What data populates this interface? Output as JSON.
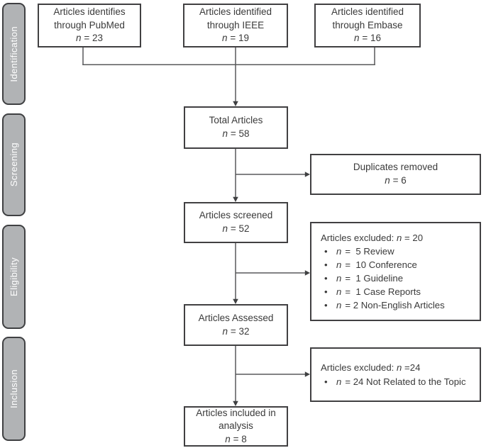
{
  "bullet_glyph": "•",
  "stages": [
    {
      "label": "Identification"
    },
    {
      "label": "Screening"
    },
    {
      "label": "Eligibility"
    },
    {
      "label": "Inclusion"
    }
  ],
  "sources": [
    {
      "line1": "Articles identifies",
      "line2": "through PubMed",
      "n": "n",
      "value": "= 23"
    },
    {
      "line1": "Articles identified",
      "line2": "through IEEE",
      "n": "n",
      "value": "= 19"
    },
    {
      "line1": "Articles identified",
      "line2": "through Embase",
      "n": "n",
      "value": "= 16"
    }
  ],
  "flow": {
    "total": {
      "label": "Total Articles",
      "n": "n",
      "value": "= 58"
    },
    "screened": {
      "label": "Articles screened",
      "n": "n",
      "value": "= 52"
    },
    "assessed": {
      "label": "Articles Assessed",
      "n": "n",
      "value": "= 32"
    },
    "included": {
      "line1": "Articles included in",
      "line2": "analysis",
      "n": "n",
      "value": "= 8"
    }
  },
  "exclusions": {
    "duplicates": {
      "label": "Duplicates removed",
      "n": "n",
      "value": "= 6"
    },
    "screening": {
      "heading": "Articles excluded:",
      "n": "n",
      "value": "= 20",
      "bullets": [
        {
          "n": "n",
          "text": "=  5 Review"
        },
        {
          "n": "n",
          "text": "=  10 Conference"
        },
        {
          "n": "n",
          "text": "=  1 Guideline"
        },
        {
          "n": "n",
          "text": "=  1 Case Reports"
        },
        {
          "n": "n",
          "text": "= 2 Non-English Articles"
        }
      ]
    },
    "eligibility": {
      "heading": "Articles excluded:",
      "n": "n",
      "value": "=24",
      "bullets": [
        {
          "n": "n",
          "text": "= 24 Not Related to the Topic"
        }
      ]
    }
  },
  "colors": {
    "box_border": "#414042",
    "sidebar_fill": "#b1b3b5",
    "sidebar_text": "#ffffff",
    "connector": "#58595b",
    "text": "#3a3a3a"
  }
}
